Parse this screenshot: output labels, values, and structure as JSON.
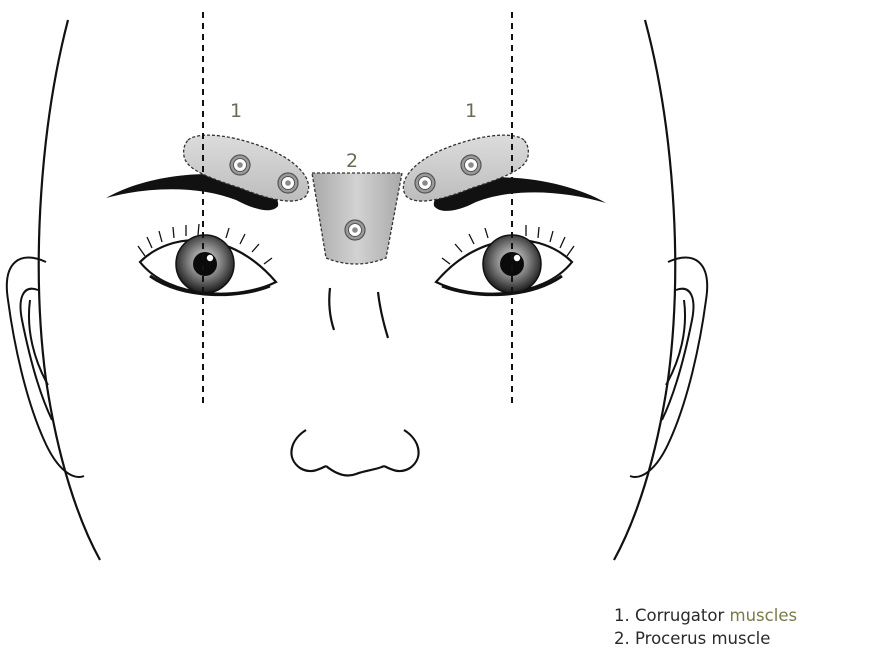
{
  "labels": {
    "corrugator_left": "1",
    "corrugator_right": "1",
    "procerus": "2"
  },
  "legend": {
    "item1_prefix": "1. Corrugator ",
    "item1_accent": "muscles",
    "item2": "2. Procerus muscle"
  },
  "colors": {
    "muscle_fill": "#cfcfcf",
    "procerus_fill": "#b9b9b9",
    "outline": "#111111",
    "accent_text": "#7a7a4a"
  }
}
